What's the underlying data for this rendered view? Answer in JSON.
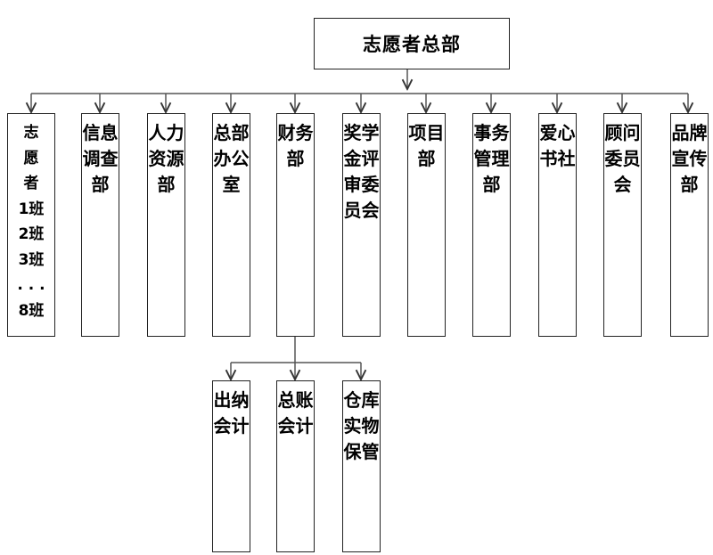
{
  "root": {
    "label": "志愿者总部"
  },
  "departments": [
    {
      "label": "志\n愿\n者\n1班\n2班\n3班\n. . .\n8班"
    },
    {
      "label": "信息调查部"
    },
    {
      "label": "人力资源部"
    },
    {
      "label": "总部办公室"
    },
    {
      "label": "财务部"
    },
    {
      "label": "奖学金评审委员会"
    },
    {
      "label": "项目部"
    },
    {
      "label": "事务管理部"
    },
    {
      "label": "爱心书社"
    },
    {
      "label": "顾问委员会"
    },
    {
      "label": "品牌宣传部"
    }
  ],
  "finance_subunits": [
    {
      "label": "出纳会计"
    },
    {
      "label": "总账会计"
    },
    {
      "label": "仓库实物保管"
    }
  ]
}
